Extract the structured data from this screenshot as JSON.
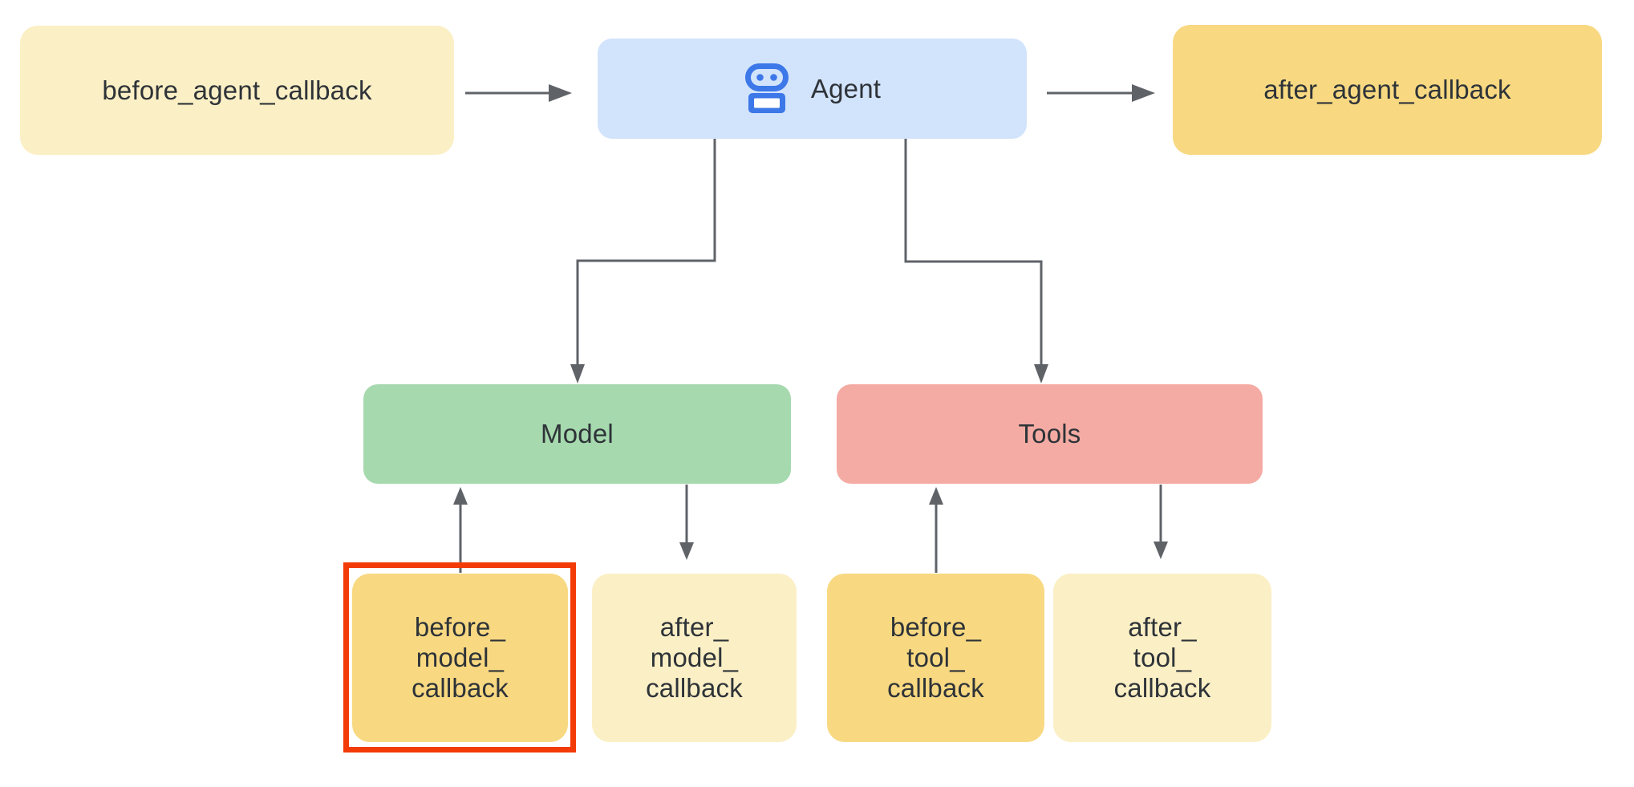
{
  "diagram": {
    "nodes": {
      "before_agent": {
        "label": "before_agent_callback"
      },
      "agent": {
        "label": "Agent",
        "icon": "robot-icon"
      },
      "after_agent": {
        "label": "after_agent_callback"
      },
      "model": {
        "label": "Model"
      },
      "tools": {
        "label": "Tools"
      },
      "before_model": {
        "lines": [
          "before_",
          "model_",
          "callback"
        ],
        "highlighted": true
      },
      "after_model": {
        "lines": [
          "after_",
          "model_",
          "callback"
        ]
      },
      "before_tool": {
        "lines": [
          "before_",
          "tool_",
          "callback"
        ]
      },
      "after_tool": {
        "lines": [
          "after_",
          "tool_",
          "callback"
        ]
      }
    },
    "colors": {
      "light_yellow": "#FBEFC5",
      "dark_yellow": "#F8D982",
      "agent_blue": "#D2E3FC",
      "icon_blue": "#3D78E9",
      "icon_slot": "#FFFFFF",
      "model_green": "#A6D9AE",
      "tools_pink": "#F4ABA3",
      "arrow_gray": "#5F6368",
      "highlight_red": "#F33B07",
      "text": "#2E3338"
    }
  }
}
